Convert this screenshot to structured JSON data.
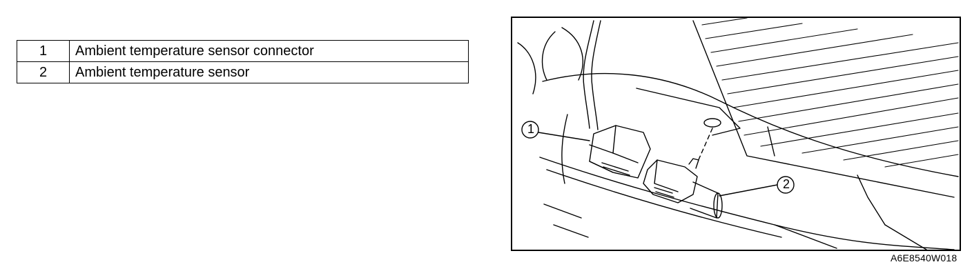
{
  "legend": [
    {
      "number": "1",
      "description": "Ambient temperature sensor connector"
    },
    {
      "number": "2",
      "description": "Ambient temperature sensor"
    }
  ],
  "figure": {
    "callouts": [
      "1",
      "2"
    ],
    "code": "A6E8540W018"
  }
}
